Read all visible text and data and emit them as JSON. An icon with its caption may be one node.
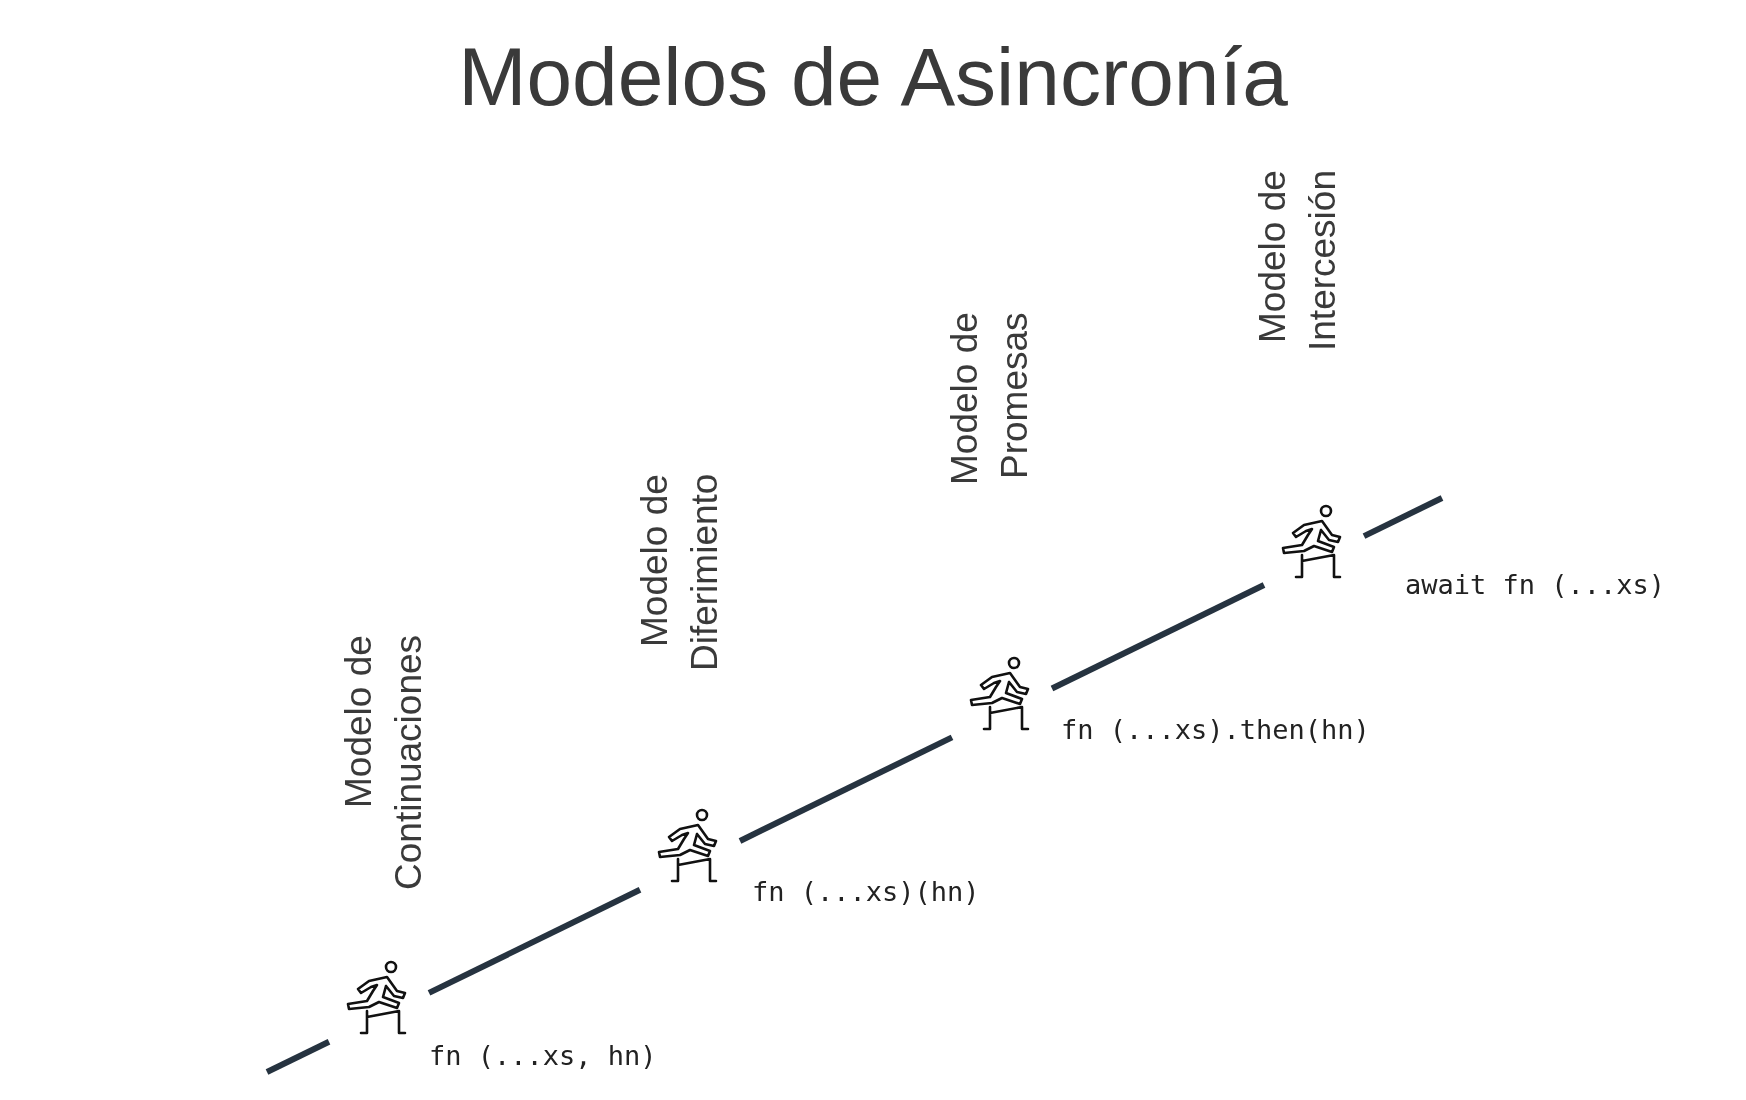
{
  "diagram": {
    "title": "Modelos de Asincronía",
    "nodes": [
      {
        "text": [
          "Modelo de Continuaciones"
        ],
        "beside": [
          "fn (...xs, hn)"
        ]
      },
      {
        "text": [
          "Modelo de Diferimiento"
        ],
        "beside": [
          "fn (...xs)(hn)"
        ]
      },
      {
        "text": [
          "Modelo de Promesas"
        ],
        "beside": [
          "fn (...xs).then(hn)"
        ]
      },
      {
        "text": [
          "Modelo de Intercesión"
        ],
        "beside": [
          "await fn (...xs)"
        ]
      }
    ],
    "edges": [
      {
        "from": null,
        "to": 0,
        "arrow": "none"
      },
      {
        "from": 0,
        "to": 1,
        "arrow": "none"
      },
      {
        "from": 1,
        "to": 2,
        "arrow": "none"
      },
      {
        "from": 2,
        "to": 3,
        "arrow": "none"
      },
      {
        "from": 3,
        "to": null,
        "arrow": "none"
      }
    ]
  }
}
